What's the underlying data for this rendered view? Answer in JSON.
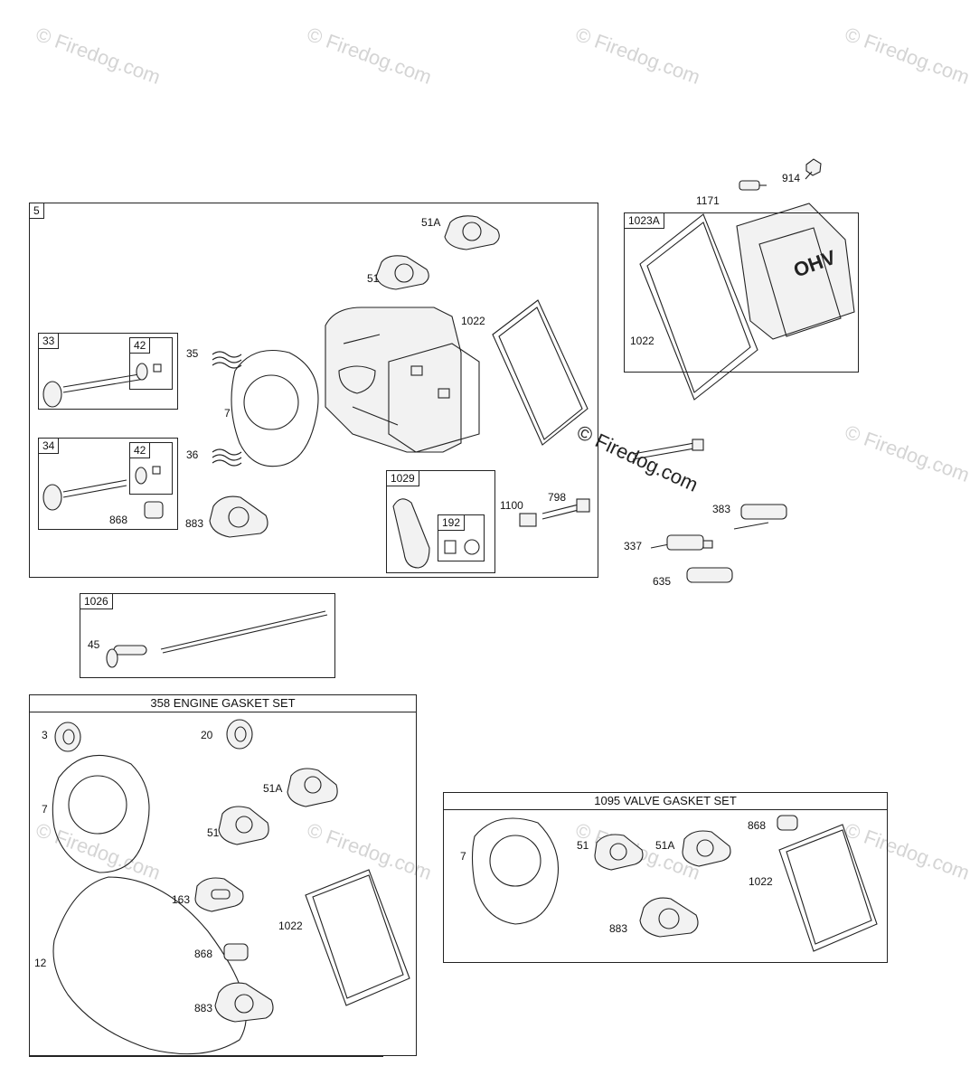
{
  "watermark": "© Firedog.com",
  "boxes": {
    "b5": "5",
    "b33": "33",
    "b42a": "42",
    "b34": "34",
    "b42b": "42",
    "b1029": "1029",
    "b192": "192",
    "b1023a": "1023A",
    "b1026": "1026",
    "engine_set": "358 ENGINE GASKET SET",
    "valve_set": "1095 VALVE GASKET SET"
  },
  "labels": {
    "p914": "914",
    "p1171": "1171",
    "p51A_top": "51A",
    "p51_top": "51",
    "p1022_head": "1022",
    "p35": "35",
    "p7_head": "7",
    "p36": "36",
    "p868_valve": "868",
    "p883_head": "883",
    "p1100": "1100",
    "p798": "798",
    "p1022_cover": "1022",
    "p383": "383",
    "p337": "337",
    "p635": "635",
    "p45": "45",
    "e3": "3",
    "e20": "20",
    "e7": "7",
    "e51A": "51A",
    "e51": "51",
    "e163": "163",
    "e1022": "1022",
    "e12": "12",
    "e868": "868",
    "e883": "883",
    "v7": "7",
    "v51": "51",
    "v51A": "51A",
    "v868": "868",
    "v1022": "1022",
    "v883": "883"
  },
  "cover_text": "OHV"
}
